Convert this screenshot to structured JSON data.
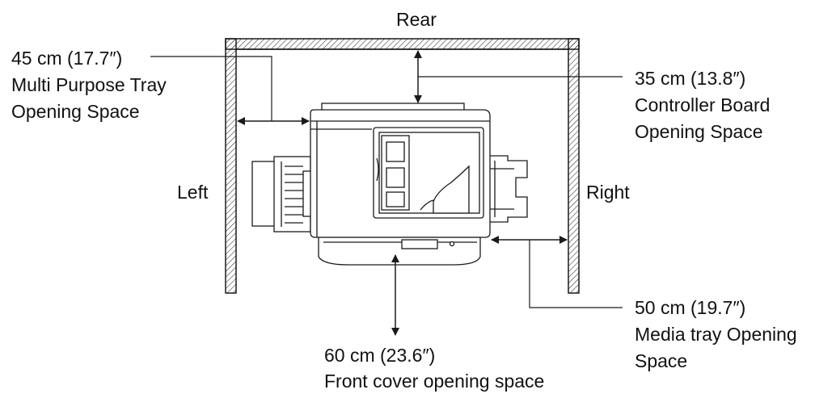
{
  "labels": {
    "rear": "Rear",
    "left": "Left",
    "right": "Right",
    "rear_clearance": {
      "value": "35 cm (13.8″)",
      "line1": "Controller Board",
      "line2": "Opening Space"
    },
    "left_clearance": {
      "value": "45 cm (17.7″)",
      "line1": "Multi  Purpose Tray",
      "line2": "Opening Space"
    },
    "right_clearance": {
      "value": "50 cm (19.7″)",
      "line1": "Media tray Opening",
      "line2": "Space"
    },
    "front_clearance": {
      "value": "60 cm (23.6″)",
      "line1": "Front cover opening space"
    }
  },
  "colors": {
    "line": "#1a1a1a",
    "wall_fill": "#ffffff",
    "background": "#ffffff"
  }
}
